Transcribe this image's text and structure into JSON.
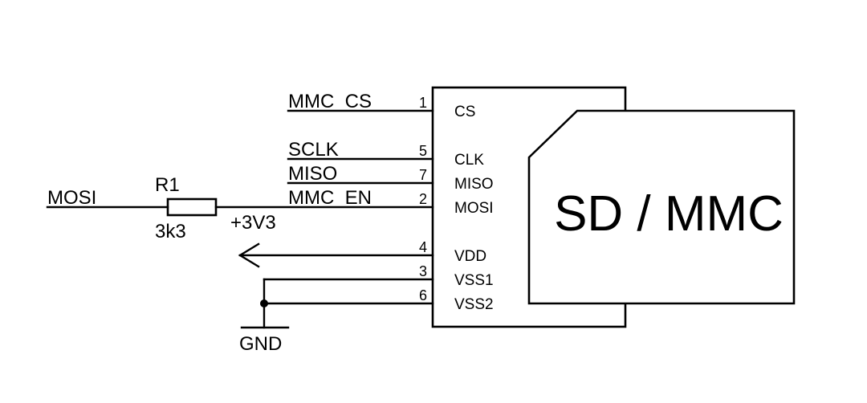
{
  "colors": {
    "ink": "#000000",
    "paper": "#ffffff"
  },
  "nets": {
    "mmc_cs": "MMC_CS",
    "sclk": "SCLK",
    "miso": "MISO",
    "mmc_en": "MMC_EN",
    "mosi": "MOSI",
    "vcc": "+3V3",
    "gnd": "GND"
  },
  "resistor": {
    "ref": "R1",
    "value": "3k3"
  },
  "connector": {
    "title": "SD / MMC",
    "pins": [
      {
        "number": "1",
        "name": "CS"
      },
      {
        "number": "5",
        "name": "CLK"
      },
      {
        "number": "7",
        "name": "MISO"
      },
      {
        "number": "2",
        "name": "MOSI"
      },
      {
        "number": "4",
        "name": "VDD"
      },
      {
        "number": "3",
        "name": "VSS1"
      },
      {
        "number": "6",
        "name": "VSS2"
      }
    ]
  }
}
